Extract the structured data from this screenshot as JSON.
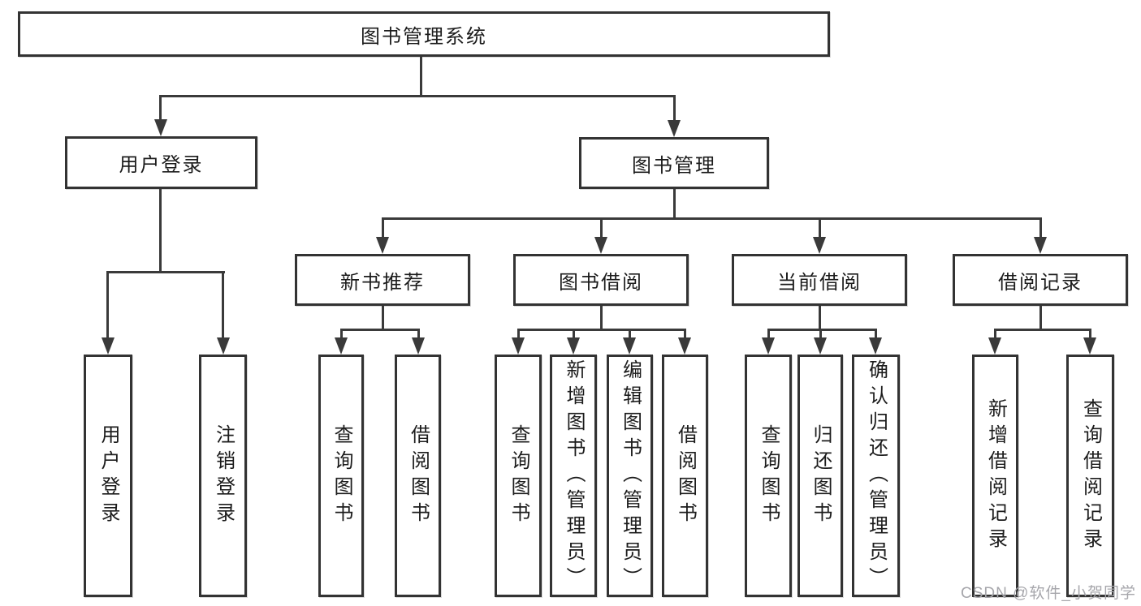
{
  "diagram_title": "图书管理系统",
  "tree": {
    "label": "图书管理系统",
    "children": [
      {
        "label": "用户登录",
        "children": [
          {
            "label": "用户登录"
          },
          {
            "label": "注销登录"
          }
        ]
      },
      {
        "label": "图书管理",
        "children": [
          {
            "label": "新书推荐",
            "children": [
              {
                "label": "查询图书"
              },
              {
                "label": "借阅图书"
              }
            ]
          },
          {
            "label": "图书借阅",
            "children": [
              {
                "label": "查询图书"
              },
              {
                "label": "新增图书（管理员）"
              },
              {
                "label": "编辑图书（管理员）"
              },
              {
                "label": "借阅图书"
              }
            ]
          },
          {
            "label": "当前借阅",
            "children": [
              {
                "label": "查询图书"
              },
              {
                "label": "归还图书"
              },
              {
                "label": "确认归还（管理员）"
              }
            ]
          },
          {
            "label": "借阅记录",
            "children": [
              {
                "label": "新增借阅记录"
              },
              {
                "label": "查询借阅记录"
              }
            ]
          }
        ]
      }
    ]
  },
  "watermark": {
    "text": "CSDN @软件_小贺同学"
  },
  "colors": {
    "line": "#3a3a3a",
    "box_border": "#333333",
    "text": "#1c1c1c",
    "watermark": "#a6a6ab",
    "background": "#ffffff"
  }
}
